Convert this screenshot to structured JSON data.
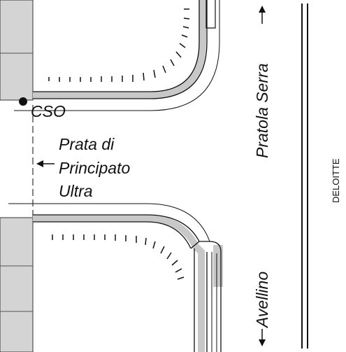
{
  "labels": {
    "station": "CSO",
    "town_line1": "Prata di",
    "town_line2": "Principato",
    "town_line3": "Ultra",
    "direction_north": "Pratola Serra",
    "direction_south": "Avellino",
    "credit": "DELOITTE"
  },
  "colors": {
    "block_fill": "#d4d4d4",
    "road_casing": "#c8c8c8",
    "line": "#111111",
    "background": "#ffffff"
  }
}
